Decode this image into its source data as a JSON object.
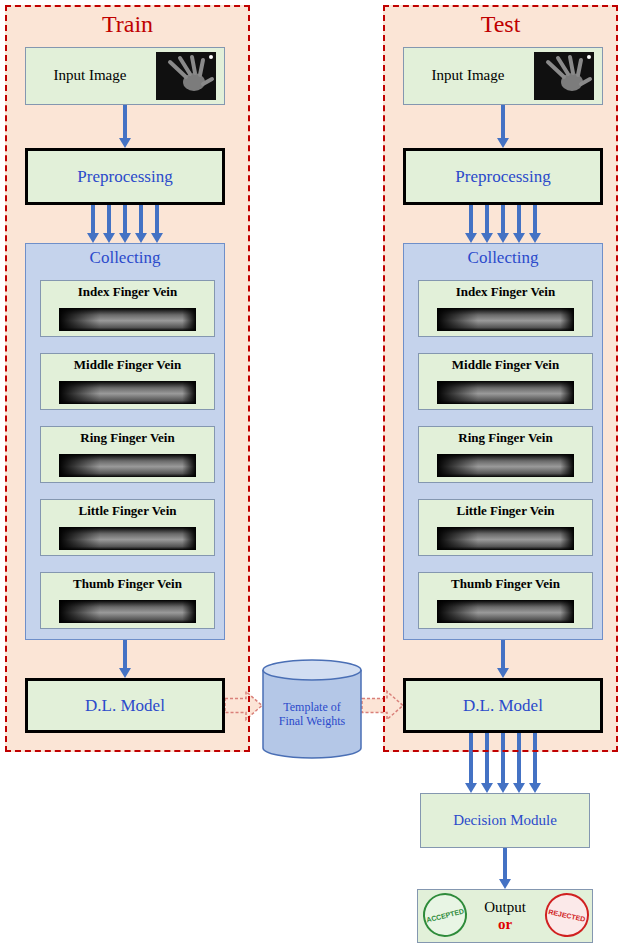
{
  "diagram": {
    "nodes": [
      {
        "text": [
          "Train"
        ]
      },
      {
        "text": [
          "Input Image"
        ],
        "in": 0
      },
      {
        "text": [
          "Preprocessing"
        ],
        "in": 0
      },
      {
        "text": [
          "Collecting"
        ],
        "in": 0
      },
      {
        "text": [
          "Index Finger Vein"
        ],
        "in": 3
      },
      {
        "text": [
          "Middle Finger Vein"
        ],
        "in": 3
      },
      {
        "text": [
          "Ring Finger Vein"
        ],
        "in": 3
      },
      {
        "text": [
          "Little Finger Vein"
        ],
        "in": 3
      },
      {
        "text": [
          "Thumb Finger Vein"
        ],
        "in": 3
      },
      {
        "text": [
          "D.L. Model"
        ],
        "in": 0
      },
      {
        "text": [
          "Template of Final Weights"
        ]
      },
      {
        "text": [
          "Test"
        ]
      },
      {
        "text": [
          "Input Image"
        ],
        "in": 11
      },
      {
        "text": [
          "Preprocessing"
        ],
        "in": 11
      },
      {
        "text": [
          "Collecting"
        ],
        "in": 11
      },
      {
        "text": [
          "Index Finger Vein"
        ],
        "in": 14
      },
      {
        "text": [
          "Middle Finger Vein"
        ],
        "in": 14
      },
      {
        "text": [
          "Ring Finger Vein"
        ],
        "in": 14
      },
      {
        "text": [
          "Little Finger Vein"
        ],
        "in": 14
      },
      {
        "text": [
          "Thumb Finger Vein"
        ],
        "in": 14
      },
      {
        "text": [
          "D.L. Model"
        ],
        "in": 11
      },
      {
        "text": [
          "Decision Module"
        ]
      },
      {
        "text": [
          "Output",
          "or"
        ]
      }
    ],
    "edges": [
      {
        "from": 1,
        "to": 2,
        "arrow": "to"
      },
      {
        "from": 2,
        "to": 3,
        "arrow": "to"
      },
      {
        "from": 2,
        "to": 3,
        "arrow": "to"
      },
      {
        "from": 2,
        "to": 3,
        "arrow": "to"
      },
      {
        "from": 2,
        "to": 3,
        "arrow": "to"
      },
      {
        "from": 2,
        "to": 3,
        "arrow": "to"
      },
      {
        "from": 3,
        "to": 9,
        "arrow": "to"
      },
      {
        "from": 9,
        "to": 10,
        "arrow": "to"
      },
      {
        "from": 10,
        "to": 20,
        "arrow": "to"
      },
      {
        "from": 12,
        "to": 13,
        "arrow": "to"
      },
      {
        "from": 13,
        "to": 14,
        "arrow": "to"
      },
      {
        "from": 13,
        "to": 14,
        "arrow": "to"
      },
      {
        "from": 13,
        "to": 14,
        "arrow": "to"
      },
      {
        "from": 13,
        "to": 14,
        "arrow": "to"
      },
      {
        "from": 13,
        "to": 14,
        "arrow": "to"
      },
      {
        "from": 14,
        "to": 20,
        "arrow": "to"
      },
      {
        "from": 20,
        "to": 21,
        "arrow": "to"
      },
      {
        "from": 20,
        "to": 21,
        "arrow": "to"
      },
      {
        "from": 20,
        "to": 21,
        "arrow": "to"
      },
      {
        "from": 20,
        "to": 21,
        "arrow": "to"
      },
      {
        "from": 20,
        "to": 21,
        "arrow": "to"
      },
      {
        "from": 21,
        "to": 22,
        "arrow": "to"
      }
    ],
    "labels": [
      "ACCEPTED",
      "REJECTED"
    ]
  }
}
